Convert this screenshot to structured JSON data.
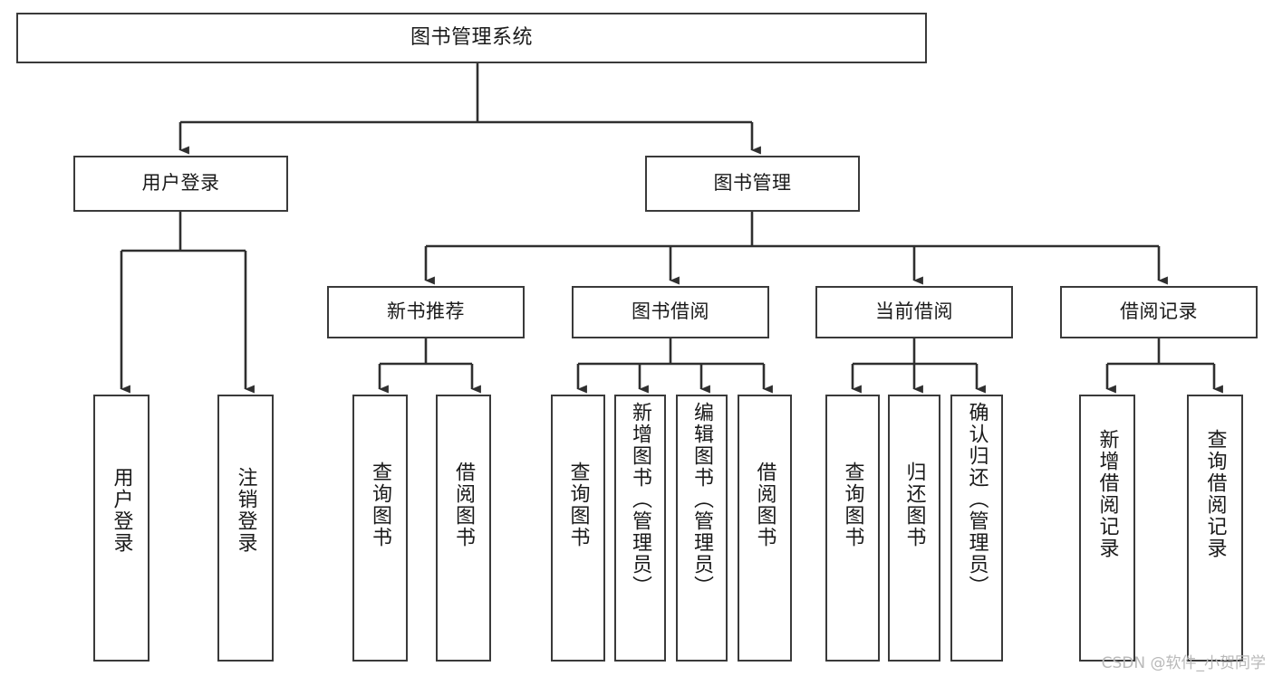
{
  "diagram": {
    "title": "图书管理系统",
    "type": "tree",
    "levels": {
      "root": {
        "label": "图书管理系统"
      },
      "level1": [
        {
          "id": "user-login",
          "label": "用户登录"
        },
        {
          "id": "book-manage",
          "label": "图书管理"
        }
      ],
      "level2": [
        {
          "id": "new-book-recommend",
          "label": "新书推荐",
          "parent": "book-manage"
        },
        {
          "id": "book-borrow",
          "label": "图书借阅",
          "parent": "book-manage"
        },
        {
          "id": "current-borrow",
          "label": "当前借阅",
          "parent": "book-manage"
        },
        {
          "id": "borrow-record",
          "label": "借阅记录",
          "parent": "book-manage"
        }
      ],
      "leaves": [
        {
          "id": "leaf-user-login",
          "label": "用户登录",
          "parent": "user-login"
        },
        {
          "id": "leaf-logout",
          "label": "注销登录",
          "parent": "user-login"
        },
        {
          "id": "leaf-query-book-1",
          "label": "查询图书",
          "parent": "new-book-recommend"
        },
        {
          "id": "leaf-borrow-book-1",
          "label": "借阅图书",
          "parent": "new-book-recommend"
        },
        {
          "id": "leaf-query-book-2",
          "label": "查询图书",
          "parent": "book-borrow"
        },
        {
          "id": "leaf-add-book",
          "label": "新增图书（管理员）",
          "parent": "book-borrow"
        },
        {
          "id": "leaf-edit-book",
          "label": "编辑图书（管理员）",
          "parent": "book-borrow"
        },
        {
          "id": "leaf-borrow-book-2",
          "label": "借阅图书",
          "parent": "book-borrow"
        },
        {
          "id": "leaf-query-book-3",
          "label": "查询图书",
          "parent": "current-borrow"
        },
        {
          "id": "leaf-return-book",
          "label": "归还图书",
          "parent": "current-borrow"
        },
        {
          "id": "leaf-confirm-return",
          "label": "确认归还（管理员）",
          "parent": "current-borrow"
        },
        {
          "id": "leaf-add-record",
          "label": "新增借阅记录",
          "parent": "borrow-record"
        },
        {
          "id": "leaf-query-record",
          "label": "查询借阅记录",
          "parent": "borrow-record"
        }
      ]
    },
    "colors": {
      "border": "#3a3a3a",
      "fill": "#ffffff",
      "text": "#1a1a1a",
      "watermark": "#b9b9b9"
    }
  },
  "watermark": {
    "text": "CSDN @软件_小贺同学"
  }
}
